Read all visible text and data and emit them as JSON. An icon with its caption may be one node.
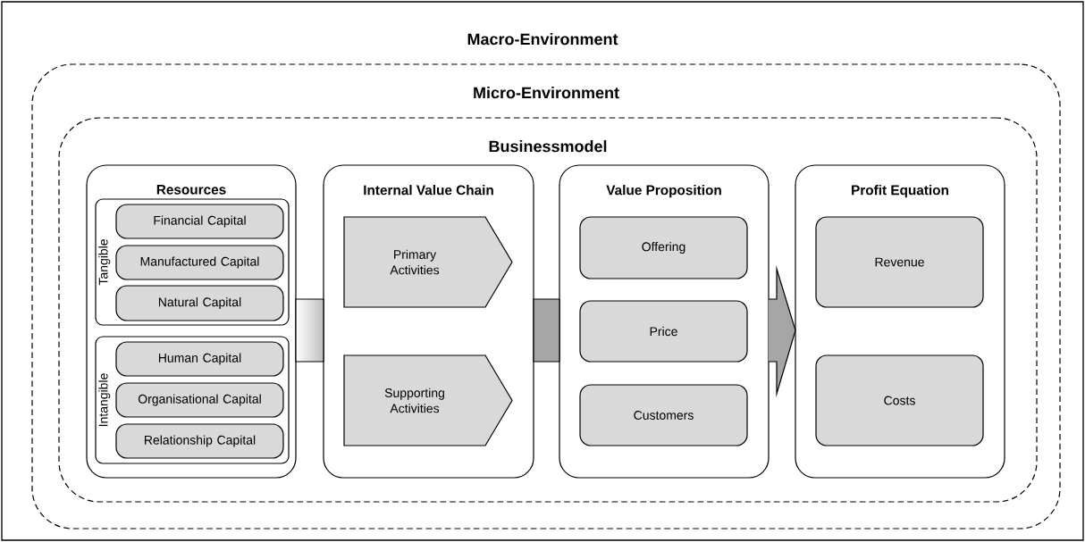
{
  "diagram": {
    "nodes": [
      {
        "text": [
          "Macro-Environment"
        ]
      },
      {
        "text": [
          "Micro-Environment"
        ],
        "in": 0
      },
      {
        "text": [
          "Businessmodel"
        ],
        "in": 1
      },
      {
        "text": [
          "Resources"
        ],
        "in": 2
      },
      {
        "text": [
          "Tangible"
        ],
        "in": 3
      },
      {
        "text": [
          "Financial Capital"
        ],
        "in": 4
      },
      {
        "text": [
          "Manufactured Capital"
        ],
        "in": 4
      },
      {
        "text": [
          "Natural Capital"
        ],
        "in": 4
      },
      {
        "text": [
          "Intangible"
        ],
        "in": 3
      },
      {
        "text": [
          "Human Capital"
        ],
        "in": 8
      },
      {
        "text": [
          "Organisational Capital"
        ],
        "in": 8
      },
      {
        "text": [
          "Relationship Capital"
        ],
        "in": 8
      },
      {
        "text": [
          "Internal Value Chain"
        ],
        "in": 2
      },
      {
        "text": [
          "Primary Activities"
        ],
        "in": 12
      },
      {
        "text": [
          "Supporting Activities"
        ],
        "in": 12
      },
      {
        "text": [
          "Value Proposition"
        ],
        "in": 2
      },
      {
        "text": [
          "Offering"
        ],
        "in": 15
      },
      {
        "text": [
          "Price"
        ],
        "in": 15
      },
      {
        "text": [
          "Customers"
        ],
        "in": 15
      },
      {
        "text": [
          "Profit Equation"
        ],
        "in": 2
      },
      {
        "text": [
          "Revenue"
        ],
        "in": 19
      },
      {
        "text": [
          "Costs"
        ],
        "in": 19
      }
    ],
    "edges": [
      {
        "from": 3,
        "to": 12,
        "arrow": "none"
      },
      {
        "from": 12,
        "to": 15,
        "arrow": "none"
      },
      {
        "from": 15,
        "to": 19,
        "arrow": "to"
      }
    ]
  }
}
